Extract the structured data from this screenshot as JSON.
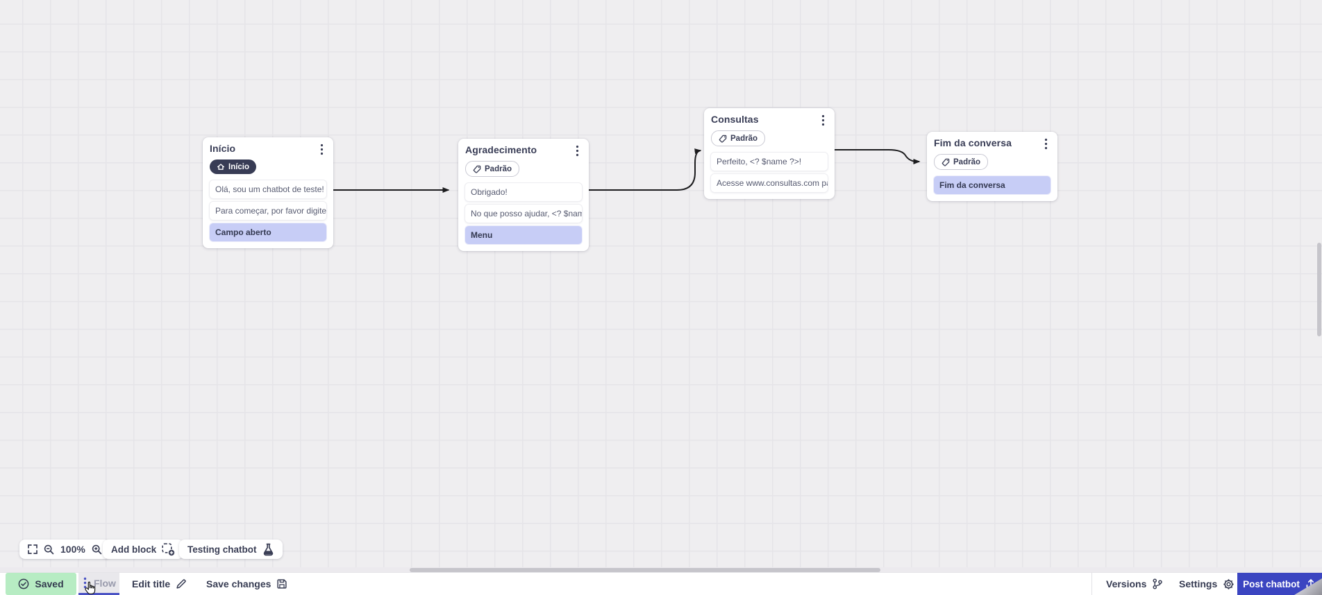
{
  "canvas": {
    "nodes": [
      {
        "title": "Início",
        "badge": "Início",
        "messages": [
          "Olá, sou um chatbot de teste!",
          "Para começar, por favor digite o ..."
        ],
        "action": "Campo aberto"
      },
      {
        "title": "Agradecimento",
        "badge": "Padrão",
        "messages": [
          "Obrigado!",
          "No que posso ajudar, <? $name ..."
        ],
        "action": "Menu"
      },
      {
        "title": "Consultas",
        "badge": "Padrão",
        "messages": [
          "Perfeito, <? $name ?>!",
          "Acesse www.consultas.com par..."
        ]
      },
      {
        "title": "Fim da conversa",
        "badge": "Padrão",
        "action": "Fim da conversa"
      }
    ]
  },
  "toolbar": {
    "zoom_level": "100%",
    "add_block": "Add block",
    "testing_chatbot": "Testing chatbot"
  },
  "statusbar": {
    "saved": "Saved",
    "flow_tab": "Flow",
    "edit_title": "Edit title",
    "save_changes": "Save changes",
    "versions": "Versions",
    "settings": "Settings",
    "post_chatbot": "Post chatbot"
  },
  "colors": {
    "accent_indigo": "#4a52c4",
    "post_button_blue": "#3b45c1",
    "saved_green": "#b7ecc3",
    "action_box_lavender": "#c7cdf6",
    "badge_dark_navy": "#383c55",
    "connector_black": "#1c1c1e",
    "canvas_grey": "#efeef0"
  }
}
